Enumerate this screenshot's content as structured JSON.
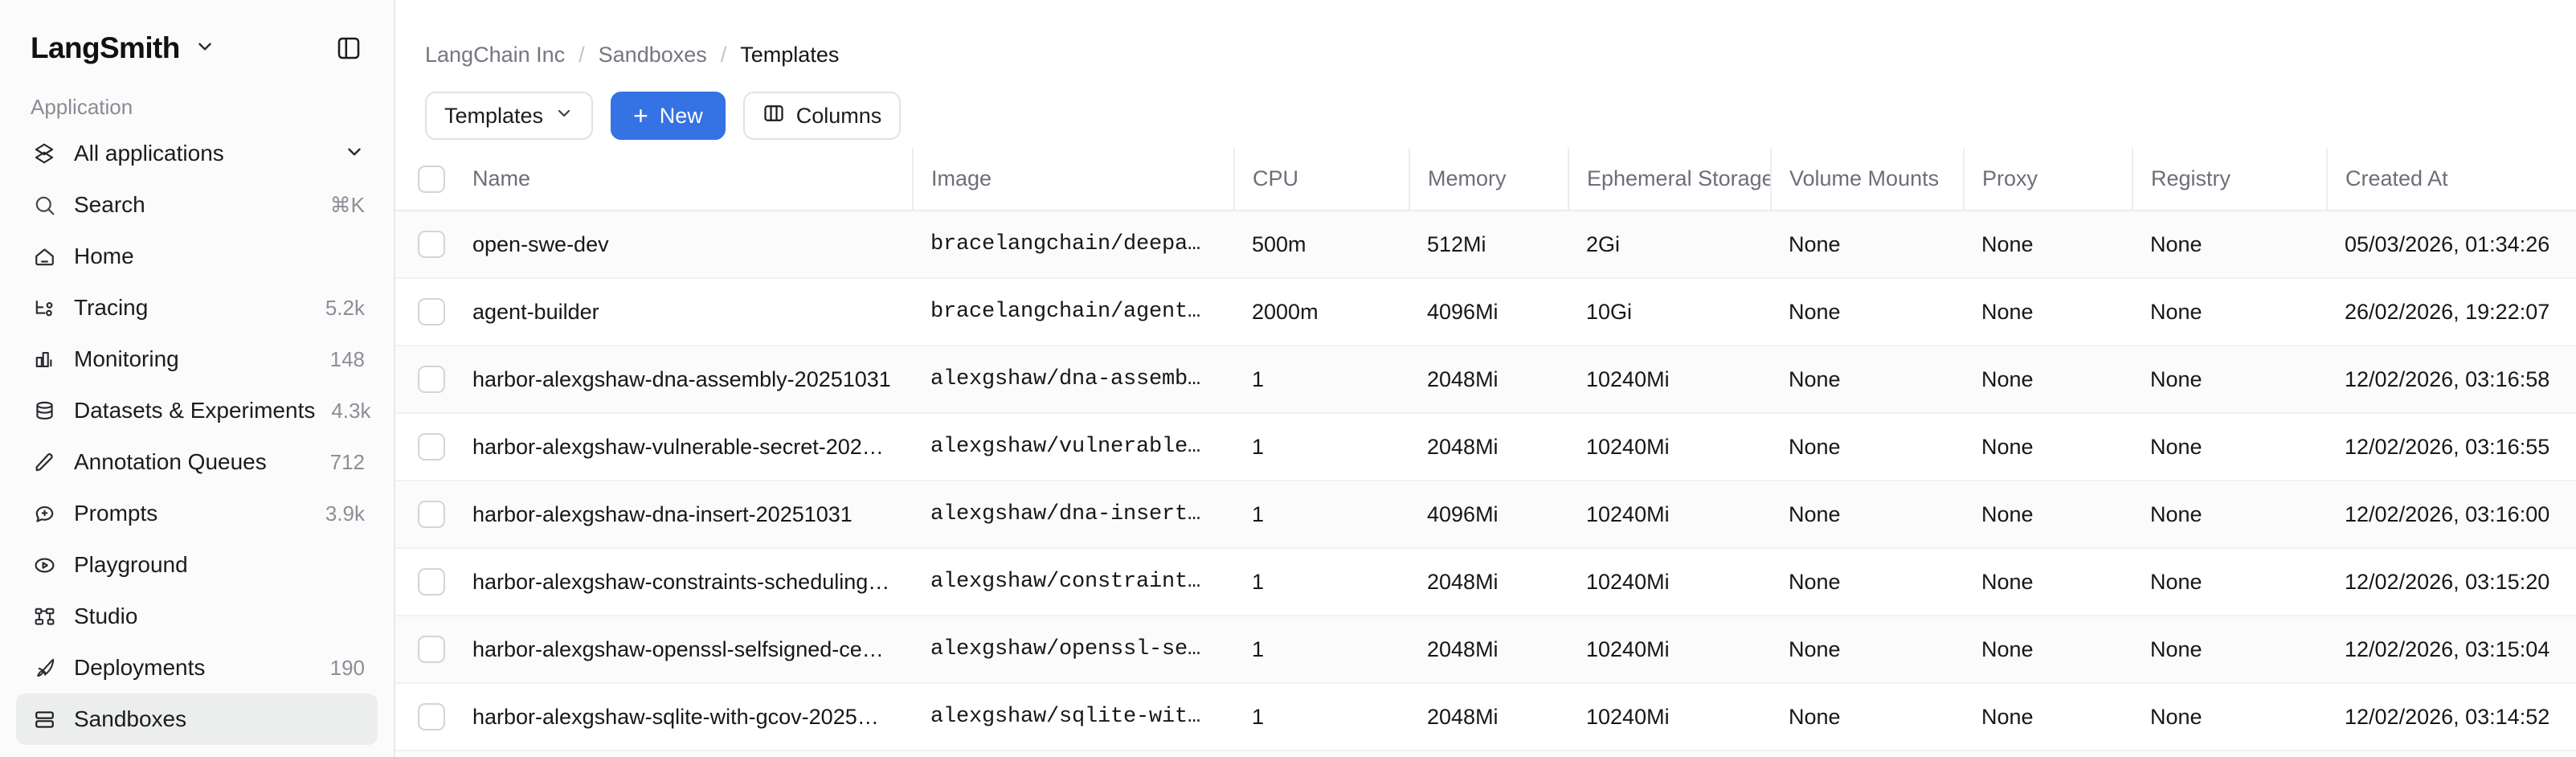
{
  "sidebar": {
    "brand": "LangSmith",
    "section_label": "Application",
    "items": [
      {
        "label": "All applications",
        "meta": "",
        "icon": "cube-icon"
      },
      {
        "label": "Search",
        "meta": "⌘K",
        "icon": "search-icon"
      },
      {
        "label": "Home",
        "meta": "",
        "icon": "home-icon"
      },
      {
        "label": "Tracing",
        "meta": "5.2k",
        "icon": "tracing-icon"
      },
      {
        "label": "Monitoring",
        "meta": "148",
        "icon": "bar-chart-icon"
      },
      {
        "label": "Datasets & Experiments",
        "meta": "4.3k",
        "icon": "database-icon"
      },
      {
        "label": "Annotation Queues",
        "meta": "712",
        "icon": "pencil-icon"
      },
      {
        "label": "Prompts",
        "meta": "3.9k",
        "icon": "message-plus-icon"
      },
      {
        "label": "Playground",
        "meta": "",
        "icon": "play-circle-icon"
      },
      {
        "label": "Studio",
        "meta": "",
        "icon": "studio-nodes-icon"
      },
      {
        "label": "Deployments",
        "meta": "190",
        "icon": "rocket-icon"
      },
      {
        "label": "Sandboxes",
        "meta": "",
        "icon": "sandbox-stack-icon"
      }
    ],
    "active_index": 11
  },
  "breadcrumb": {
    "org": "LangChain Inc",
    "section": "Sandboxes",
    "current": "Templates",
    "separator": "/"
  },
  "toolbar": {
    "view_select": "Templates",
    "new_label": "New",
    "new_plus": "+",
    "columns_label": "Columns"
  },
  "colors": {
    "primary": "#3572e3",
    "sidebar_bg": "#fbfbfb",
    "row_alt": "#fbfbfc",
    "muted_text": "#6e6e79"
  },
  "table": {
    "columns": [
      "Name",
      "Image",
      "CPU",
      "Memory",
      "Ephemeral Storage",
      "Volume Mounts",
      "Proxy",
      "Registry",
      "Created At"
    ],
    "rows": [
      {
        "name": "open-swe-dev",
        "image": "bracelangchain/deepa…",
        "cpu": "500m",
        "memory": "512Mi",
        "ephemeral_storage": "2Gi",
        "volume_mounts": "None",
        "proxy": "None",
        "registry": "None",
        "created_at": "05/03/2026, 01:34:26"
      },
      {
        "name": "agent-builder",
        "image": "bracelangchain/agent…",
        "cpu": "2000m",
        "memory": "4096Mi",
        "ephemeral_storage": "10Gi",
        "volume_mounts": "None",
        "proxy": "None",
        "registry": "None",
        "created_at": "26/02/2026, 19:22:07"
      },
      {
        "name": "harbor-alexgshaw-dna-assembly-20251031",
        "image": "alexgshaw/dna-assemb…",
        "cpu": "1",
        "memory": "2048Mi",
        "ephemeral_storage": "10240Mi",
        "volume_mounts": "None",
        "proxy": "None",
        "registry": "None",
        "created_at": "12/02/2026, 03:16:58"
      },
      {
        "name": "harbor-alexgshaw-vulnerable-secret-202…",
        "image": "alexgshaw/vulnerable…",
        "cpu": "1",
        "memory": "2048Mi",
        "ephemeral_storage": "10240Mi",
        "volume_mounts": "None",
        "proxy": "None",
        "registry": "None",
        "created_at": "12/02/2026, 03:16:55"
      },
      {
        "name": "harbor-alexgshaw-dna-insert-20251031",
        "image": "alexgshaw/dna-insert…",
        "cpu": "1",
        "memory": "4096Mi",
        "ephemeral_storage": "10240Mi",
        "volume_mounts": "None",
        "proxy": "None",
        "registry": "None",
        "created_at": "12/02/2026, 03:16:00"
      },
      {
        "name": "harbor-alexgshaw-constraints-scheduling…",
        "image": "alexgshaw/constraint…",
        "cpu": "1",
        "memory": "2048Mi",
        "ephemeral_storage": "10240Mi",
        "volume_mounts": "None",
        "proxy": "None",
        "registry": "None",
        "created_at": "12/02/2026, 03:15:20"
      },
      {
        "name": "harbor-alexgshaw-openssl-selfsigned-ce…",
        "image": "alexgshaw/openssl-se…",
        "cpu": "1",
        "memory": "2048Mi",
        "ephemeral_storage": "10240Mi",
        "volume_mounts": "None",
        "proxy": "None",
        "registry": "None",
        "created_at": "12/02/2026, 03:15:04"
      },
      {
        "name": "harbor-alexgshaw-sqlite-with-gcov-2025…",
        "image": "alexgshaw/sqlite-wit…",
        "cpu": "1",
        "memory": "2048Mi",
        "ephemeral_storage": "10240Mi",
        "volume_mounts": "None",
        "proxy": "None",
        "registry": "None",
        "created_at": "12/02/2026, 03:14:52"
      }
    ]
  }
}
